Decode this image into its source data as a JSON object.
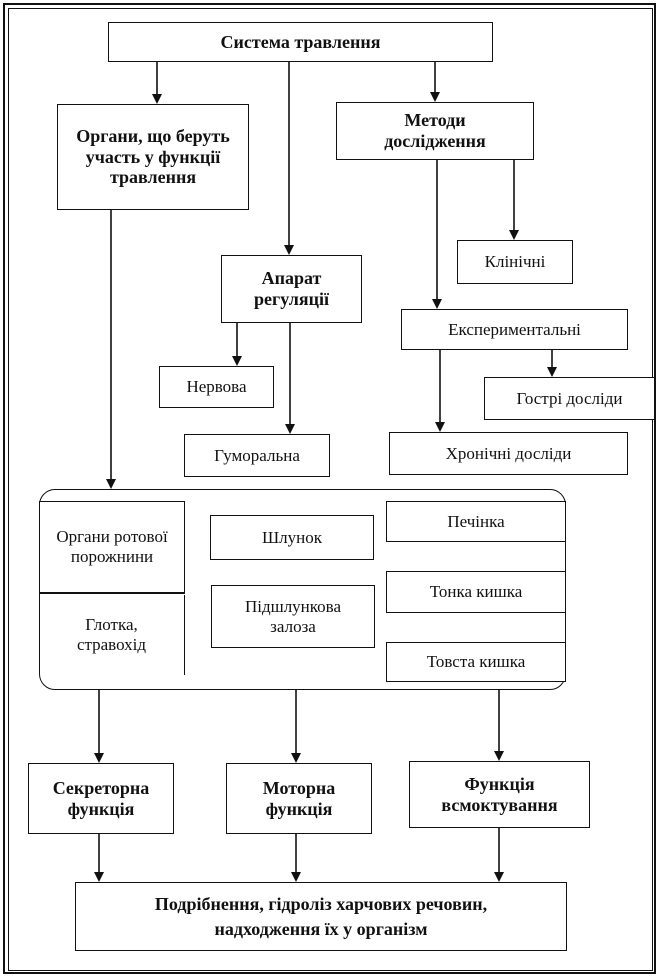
{
  "diagram": {
    "root": "Система травлення",
    "organs_header": "Органи, що беруть участь у функції травлення",
    "regulation": "Апарат регуляції",
    "methods": "Методи дослідження",
    "clinical": "Клінічні",
    "experimental": "Експериментальні",
    "nervous": "Нервова",
    "acute": "Гострі досліди",
    "humoral": "Гуморальна",
    "chronic": "Хронічні досліди",
    "organs": {
      "oral": "Органи ротової порожнини",
      "pharynx": "Глотка, стравохід",
      "stomach": "Шлунок",
      "pancreas": "Підшлункова залоза",
      "liver": "Печінка",
      "small_intestine": "Тонка кишка",
      "large_intestine": "Товста кишка"
    },
    "functions": {
      "secretory": "Секреторна функція",
      "motor": "Моторна функція",
      "absorption": "Функція всмоктування"
    },
    "result": "Подрібнення, гідроліз харчових речовин, надходження їх у організм"
  }
}
